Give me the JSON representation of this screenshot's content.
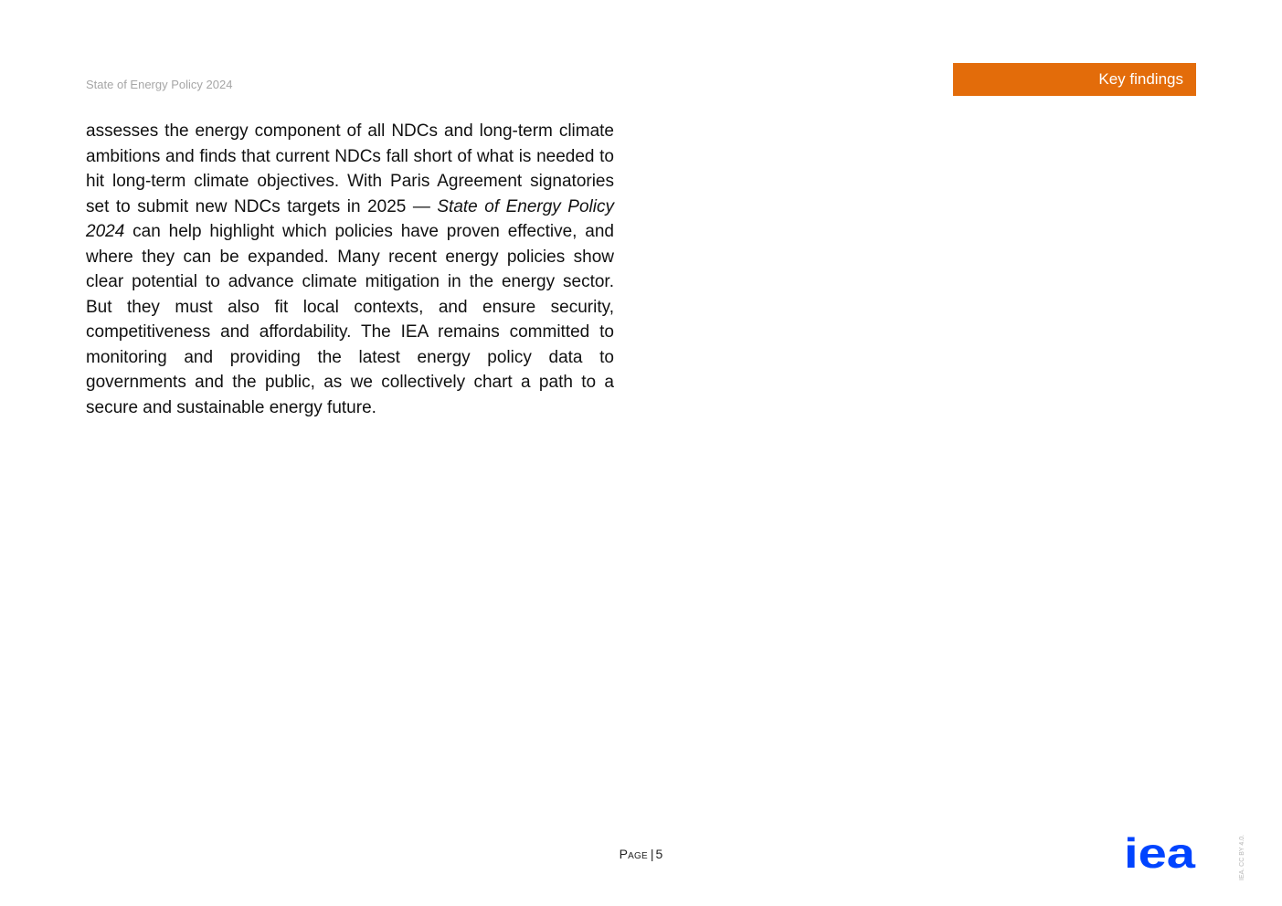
{
  "header": {
    "running_title": "State of Energy Policy 2024",
    "section_tab": "Key findings"
  },
  "body": {
    "part1": "assesses the energy component of all NDCs and long-term climate ambitions and finds that current NDCs fall short of what is needed to hit long-term climate objectives. With Paris Agreement signatories set to submit new NDCs targets in 2025 — ",
    "italic_title": "State of Energy Policy 2024",
    "part2": " can help highlight which policies have proven effective, and where they can be expanded. Many recent energy policies show clear potential to advance climate mitigation in the energy sector. But they must also fit local contexts, and ensure security, competitiveness and affordability. The IEA remains committed to monitoring and providing the latest energy policy data to governments and the public, as we collectively chart a path to a secure and sustainable energy future."
  },
  "footer": {
    "page_label": "Page",
    "separator": "|",
    "page_number": "5",
    "logo_text": "iea",
    "license": "IEA. CC BY 4.0."
  },
  "colors": {
    "accent": "#e36c0a",
    "logo_blue": "#0044ff",
    "running_title": "#a6a6a6"
  },
  "icons": {
    "logo": "iea-logo-icon"
  }
}
